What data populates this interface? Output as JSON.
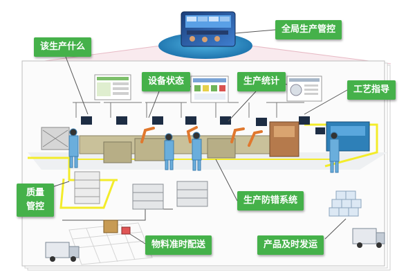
{
  "labels": {
    "global_control": "全局生产管控",
    "what_to_produce": "该生产什么",
    "equipment_status": "设备状态",
    "production_stats": "生产统计",
    "process_guide": "工艺指导",
    "quality_line1": "质量",
    "quality_line2": "管控",
    "error_proofing": "生产防错系统",
    "material_delivery": "物料准时配送",
    "product_shipping": "产品及时发运"
  },
  "colors": {
    "label_bg": "#45b14a",
    "label_text": "#ffffff",
    "ellipse": "#2d8fc4",
    "floor_frame": "#f3f3f3",
    "yellow_line": "#f3ec2a",
    "worker": "#6aaedc",
    "machine": "#c9c19a",
    "robot_arm": "#e0782e"
  },
  "icons": [
    "control-room-screen-icon",
    "monitor-icon",
    "robot-arm-icon",
    "worker-icon",
    "truck-icon",
    "box-stack-icon",
    "cart-icon",
    "pallet-icon"
  ]
}
